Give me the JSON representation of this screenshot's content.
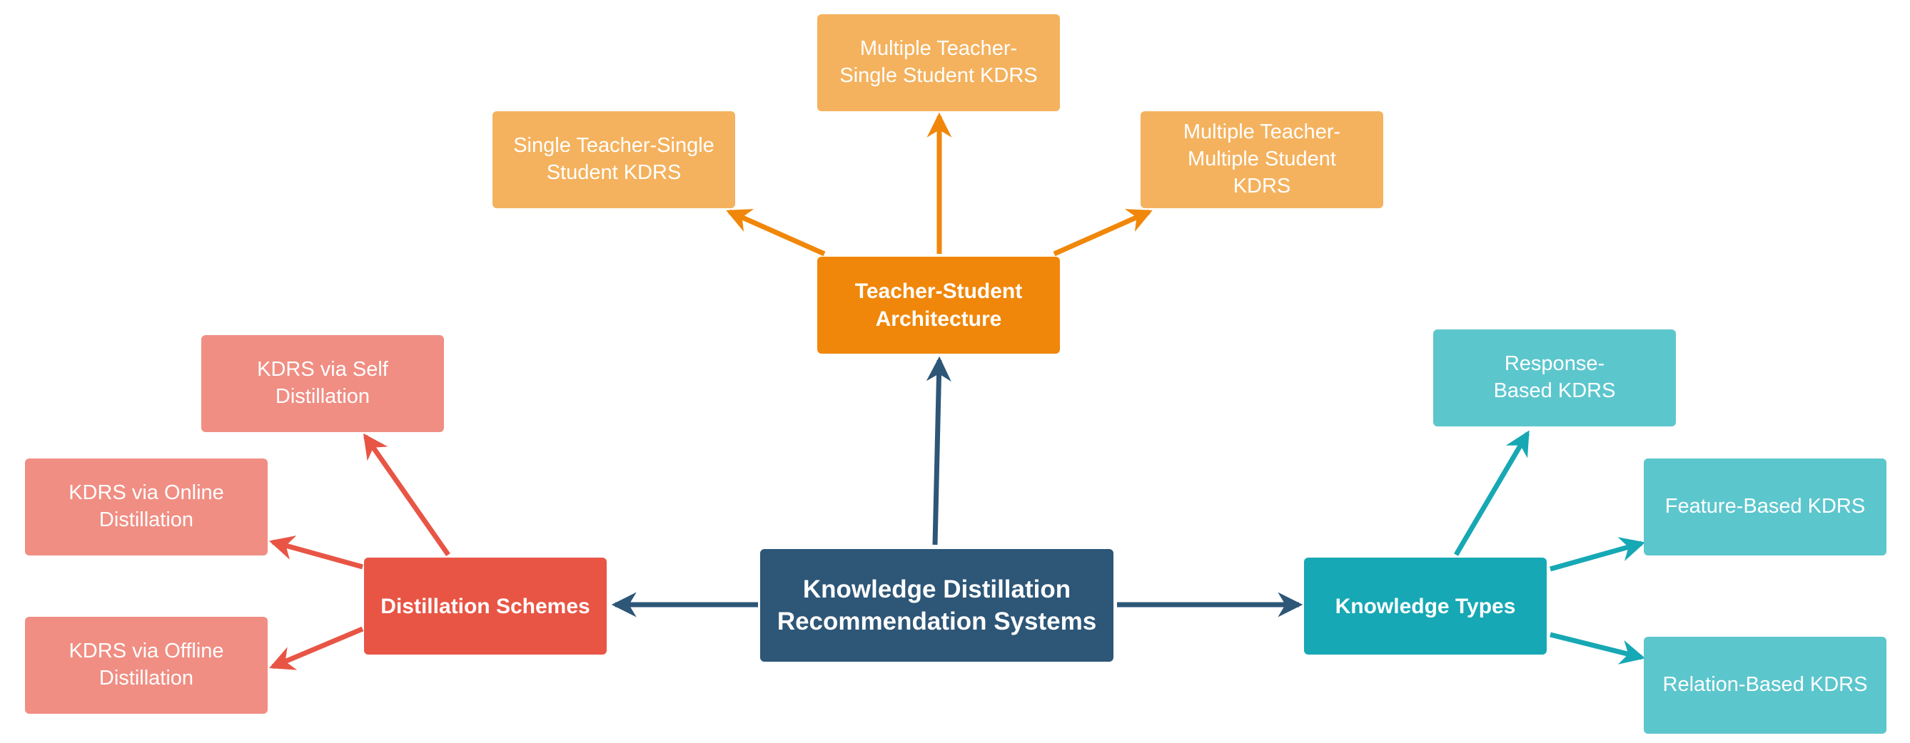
{
  "colors": {
    "center": "#2d5677",
    "teacher_student": "#f0870a",
    "teacher_student_light": "#f4b25e",
    "distillation": "#e85545",
    "distillation_light": "#f08e83",
    "knowledge": "#16a8b4",
    "knowledge_light": "#5cc6cd"
  },
  "center": {
    "label": "Knowledge Distillation\nRecommendation Systems"
  },
  "teacher_student": {
    "label": "Teacher-Student\nArchitecture",
    "items": [
      "Single Teacher-Single\nStudent KDRS",
      "Multiple Teacher-\nSingle Student KDRS",
      "Multiple Teacher-\nMultiple Student\nKDRS"
    ]
  },
  "distillation_schemes": {
    "label": "Distillation Schemes",
    "items": [
      "KDRS via Self\nDistillation",
      "KDRS via Online\nDistillation",
      "KDRS via Offline\nDistillation"
    ]
  },
  "knowledge_types": {
    "label": "Knowledge Types",
    "items": [
      "Response-\nBased KDRS",
      "Feature-Based KDRS",
      "Relation-Based KDRS"
    ]
  }
}
